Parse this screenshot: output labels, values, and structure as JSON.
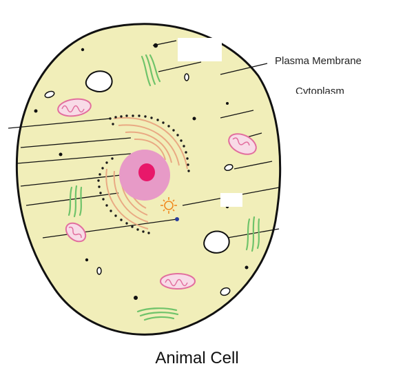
{
  "title": "Animal Cell",
  "labels": {
    "plasma_membrane": "Plasma Membrane",
    "cytoplasm": "Cytoplasm"
  },
  "colors": {
    "cytoplasm": "#f1eeb9",
    "membrane": "#111111",
    "nucleus": "#e79ac7",
    "nucleolus": "#e8186a",
    "mitochondria": "#e26e9e",
    "golgi": "#6fc36a",
    "er": "#e9a983",
    "ribosome": "#1a1a1a",
    "centrosome": "#f08a20",
    "vacuole": "#ffffff"
  }
}
